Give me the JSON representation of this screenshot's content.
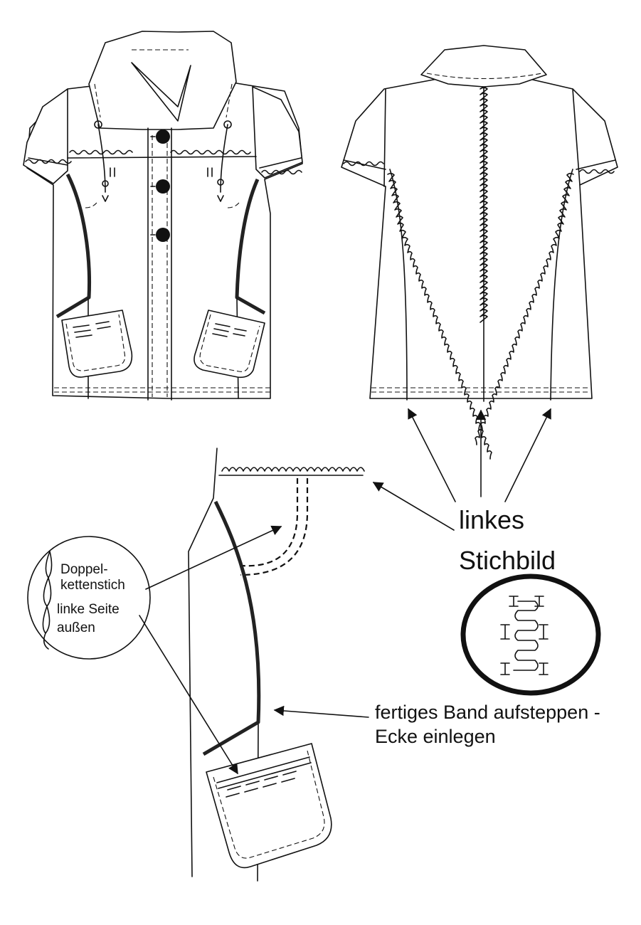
{
  "labels": {
    "doppelkettenstich_line1": "Doppel-",
    "doppelkettenstich_line2": "kettenstich",
    "linke_seite_line1": "linke Seite",
    "linke_seite_line2": "außen",
    "linkes": "linkes",
    "stichbild": "Stichbild",
    "band_line1": "fertiges Band aufsteppen -",
    "band_line2": "Ecke einlegen"
  },
  "colors": {
    "line": "#111111",
    "band": "#222222",
    "background": "#ffffff"
  },
  "icons": {
    "button": "filled-circle",
    "arrow": "triangle-arrowhead"
  }
}
